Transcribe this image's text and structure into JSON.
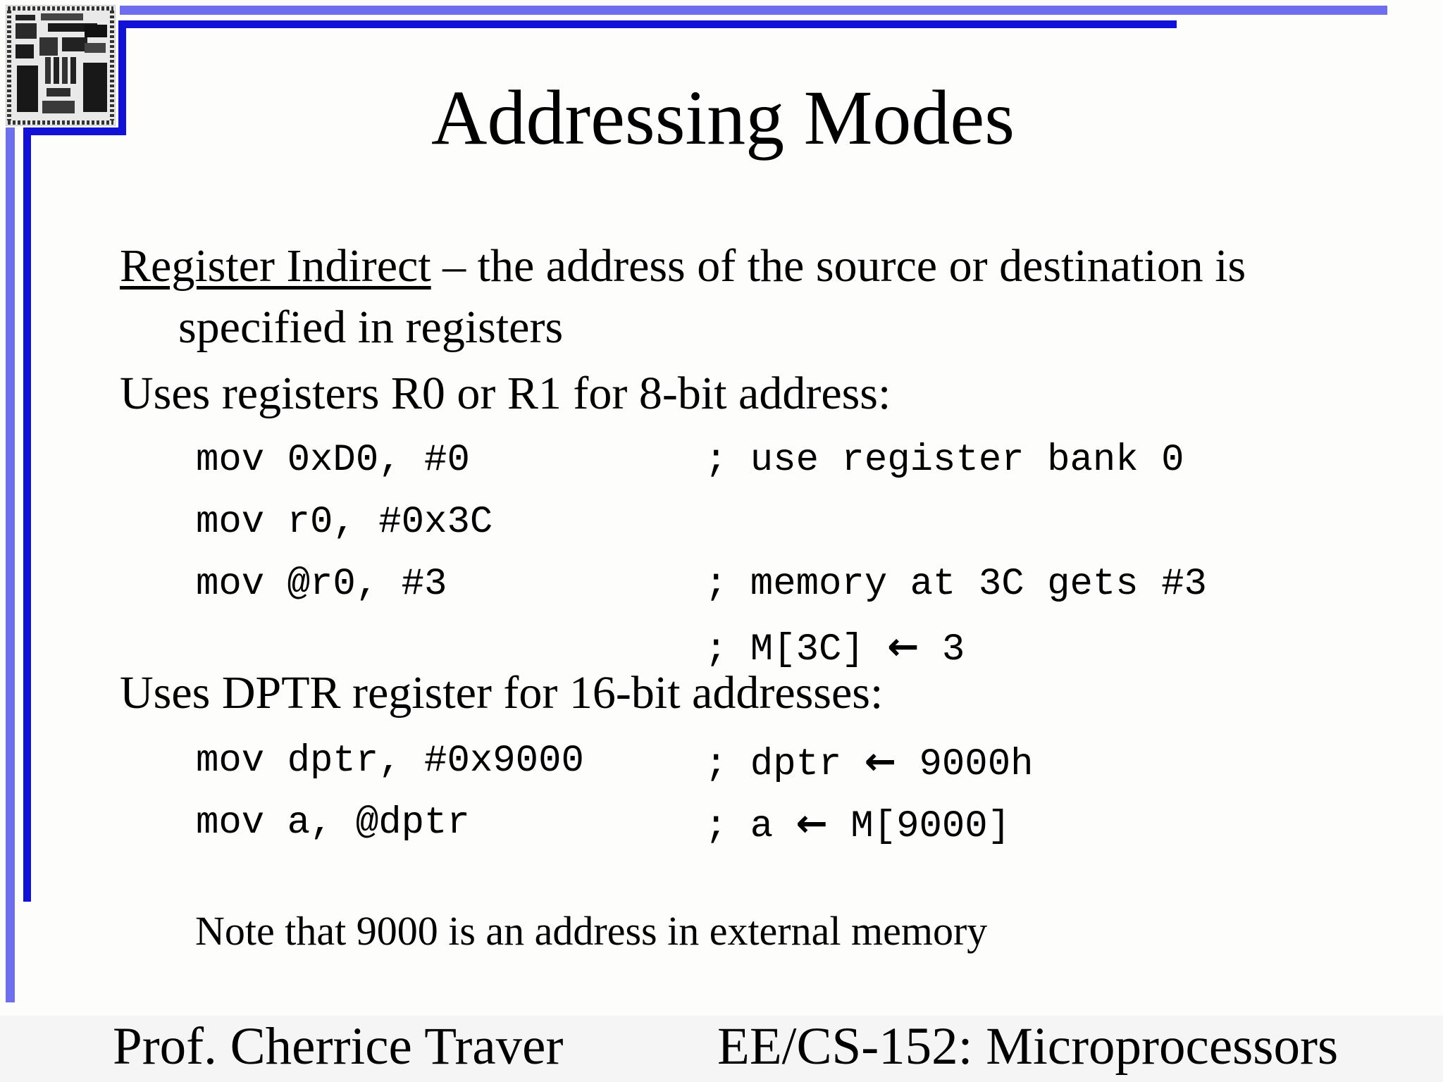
{
  "slide": {
    "title": "Addressing Modes",
    "bullet1": {
      "underlined": "Register Indirect",
      "rest": " – the address of the source or destination is",
      "line2": "specified in registers"
    },
    "bullet2": "Uses registers R0 or R1 for 8-bit address:",
    "code_block1": [
      {
        "code": "mov 0xD0, #0",
        "comment": "; use register bank 0"
      },
      {
        "code": "mov r0, #0x3C",
        "comment": ""
      },
      {
        "code": "mov @r0, #3",
        "comment": "; memory at 3C gets #3"
      },
      {
        "code": "",
        "comment": "; M[3C] ← 3"
      }
    ],
    "bullet3": "Uses DPTR register for 16-bit addresses:",
    "code_block2": [
      {
        "code": "mov dptr, #0x9000",
        "comment": "; dptr ← 9000h"
      },
      {
        "code": "mov a, @dptr",
        "comment": "; a ← M[9000]"
      }
    ],
    "note": "Note that 9000 is an address in external memory",
    "footer": {
      "left": "Prof. Cherrice Traver",
      "right": "EE/CS-152: Microprocessors"
    }
  },
  "icons": {
    "top_left_image": "microprocessor-die-photo"
  },
  "colors": {
    "accent_light": "#6f6fee",
    "accent_dark": "#1111d8",
    "text": "#000000",
    "footer_band": "#f5f5f6",
    "background": "#fdfdfc"
  }
}
